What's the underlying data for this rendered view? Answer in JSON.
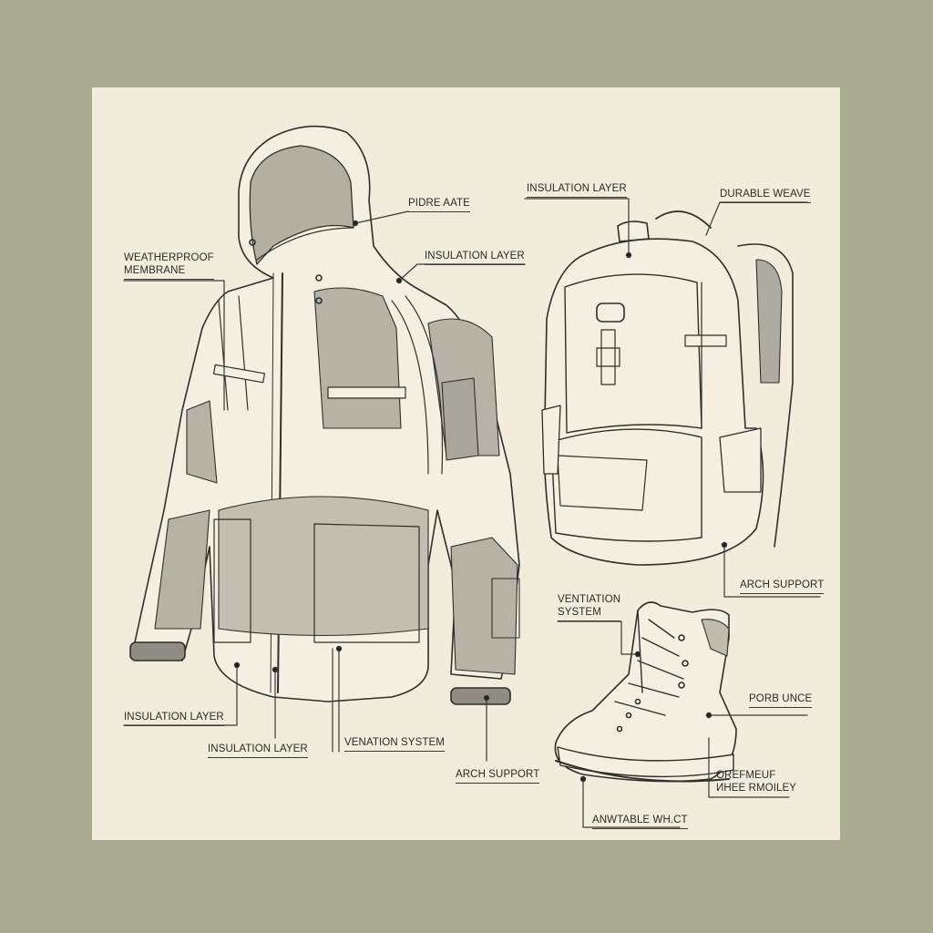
{
  "figure": {
    "type": "technical-illustration",
    "subjects": [
      "jacket",
      "backpack",
      "hiking-boot"
    ],
    "colors": {
      "background": "#a9ab91",
      "panel": "#f1ecdc",
      "ink": "#2a2a26",
      "shade": "#a8a69a"
    }
  },
  "labels": {
    "jacket": {
      "hood": "PIDRE AATE",
      "shoulder": "INSULATION LAYER",
      "left_line1": "WEATHERPROOF",
      "left_line2": "MEMBRANE",
      "bottom_left": "INSULATION LAYER",
      "bottom_zip": "INSULATION LAYER",
      "bottom_pocket": "VENATION SYSTEM",
      "cuff": "ARCH SUPPORT"
    },
    "backpack": {
      "top_left": "INSULATION LAYER",
      "handle": "DURABLE WEAVE",
      "side_pocket": "ARCH SUPPORT"
    },
    "boot": {
      "laces_line1": "VENTIATION",
      "laces_line2": "SYSTEM",
      "heel": "PORB UNCE",
      "sole_line1": "OREFMEUF",
      "sole_line2": "ИHEE RMOILEY",
      "toe": "ANWTABLE WH.CT"
    }
  }
}
